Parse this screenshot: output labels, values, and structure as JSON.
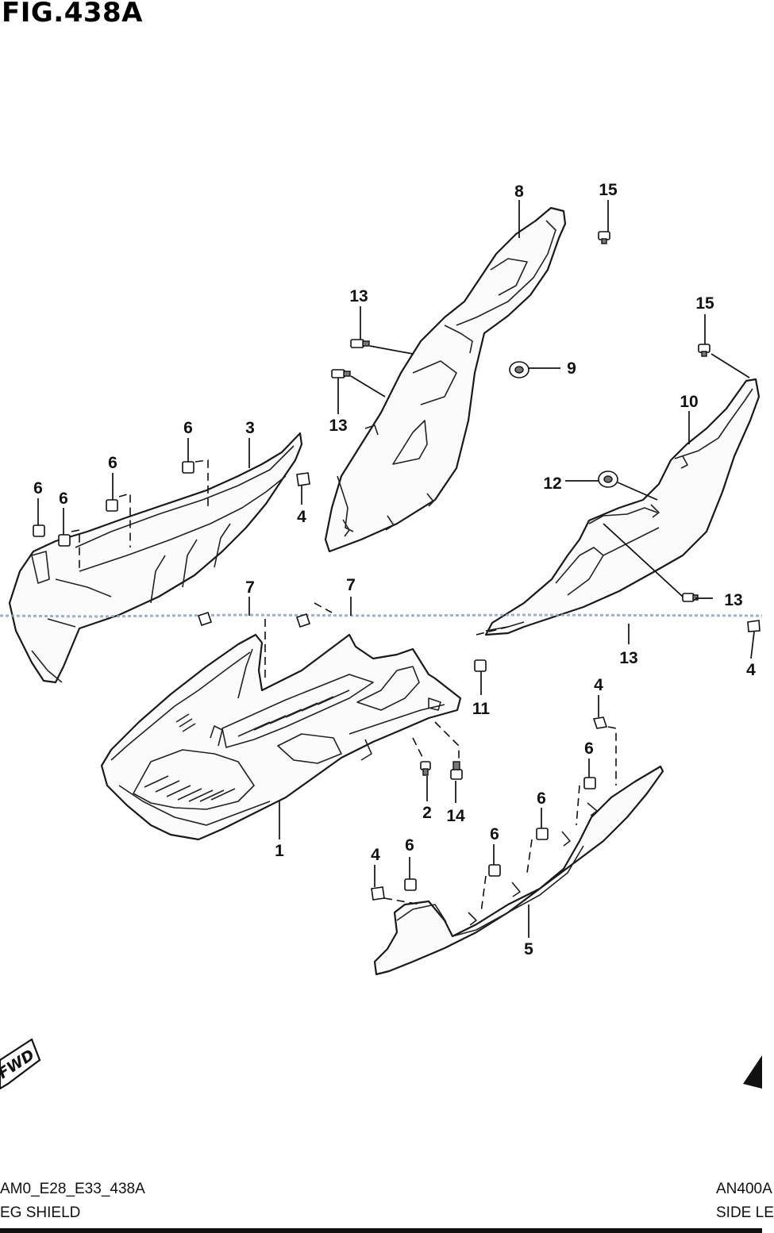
{
  "figure": {
    "title": "FIG.438A",
    "footer_left_code": "AM0_E28_E33_438A",
    "footer_left_name": "EG SHIELD",
    "footer_right_code": "AN400A",
    "footer_right_name": "SIDE LE"
  },
  "direction_badge": "FWD",
  "callouts": [
    {
      "id": "c-8",
      "label": "8"
    },
    {
      "id": "c-15a",
      "label": "15"
    },
    {
      "id": "c-13a",
      "label": "13"
    },
    {
      "id": "c-9",
      "label": "9"
    },
    {
      "id": "c-13b",
      "label": "13"
    },
    {
      "id": "c-15b",
      "label": "15"
    },
    {
      "id": "c-10",
      "label": "10"
    },
    {
      "id": "c-12",
      "label": "12"
    },
    {
      "id": "c-6a",
      "label": "6"
    },
    {
      "id": "c-3",
      "label": "3"
    },
    {
      "id": "c-6b",
      "label": "6"
    },
    {
      "id": "c-6c",
      "label": "6"
    },
    {
      "id": "c-6d",
      "label": "6"
    },
    {
      "id": "c-4a",
      "label": "4"
    },
    {
      "id": "c-7a",
      "label": "7"
    },
    {
      "id": "c-7b",
      "label": "7"
    },
    {
      "id": "c-13c",
      "label": "13"
    },
    {
      "id": "c-13d",
      "label": "13"
    },
    {
      "id": "c-4b",
      "label": "4"
    },
    {
      "id": "c-11",
      "label": "11"
    },
    {
      "id": "c-4c",
      "label": "4"
    },
    {
      "id": "c-6e",
      "label": "6"
    },
    {
      "id": "c-2",
      "label": "2"
    },
    {
      "id": "c-14",
      "label": "14"
    },
    {
      "id": "c-6f",
      "label": "6"
    },
    {
      "id": "c-1",
      "label": "1"
    },
    {
      "id": "c-6g",
      "label": "6"
    },
    {
      "id": "c-4d",
      "label": "4"
    },
    {
      "id": "c-6h",
      "label": "6"
    },
    {
      "id": "c-5",
      "label": "5"
    }
  ]
}
